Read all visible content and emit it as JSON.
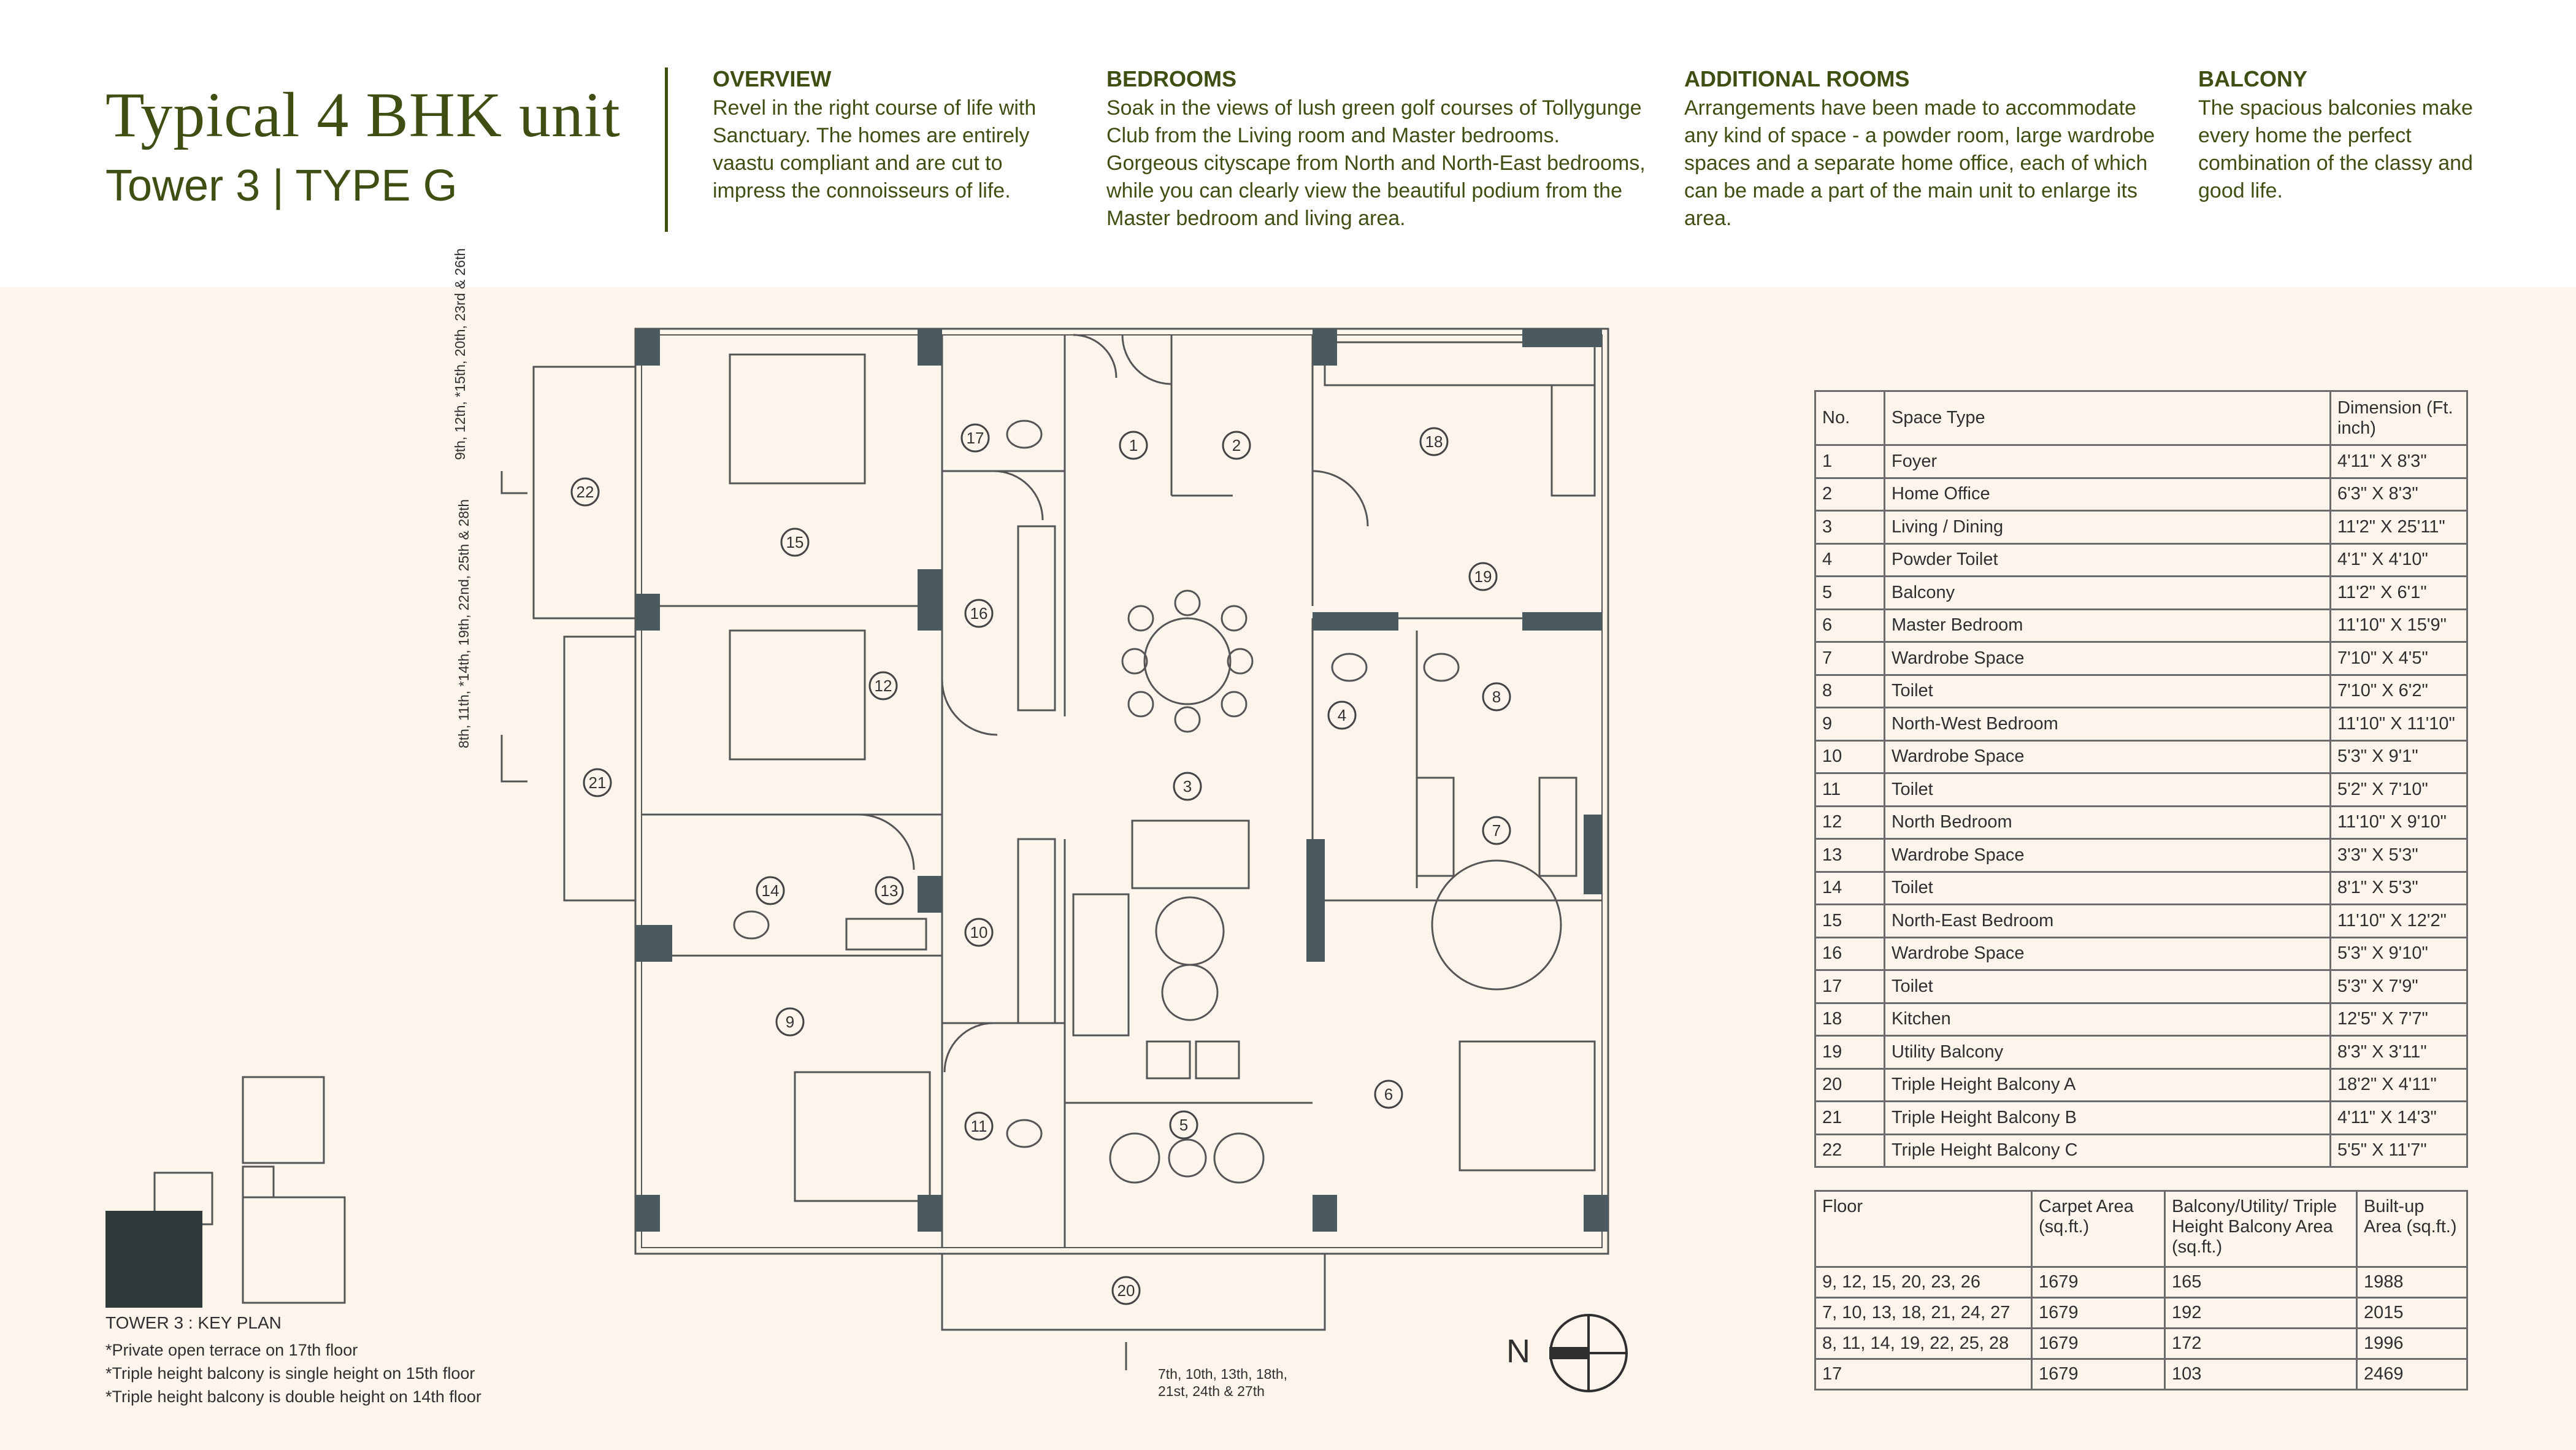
{
  "header": {
    "title": "Typical 4 BHK unit",
    "subtitle": "Tower 3 | TYPE G"
  },
  "sections": [
    {
      "heading": "OVERVIEW",
      "body": "Revel in the right course of life with Sanctuary. The homes are entirely vaastu compliant and are cut to impress the connoisseurs of life."
    },
    {
      "heading": "BEDROOMS",
      "body": "Soak in the views of lush green golf courses of Tollygunge Club from the Living room and Master bedrooms. Gorgeous cityscape from North and North-East bedrooms, while you can clearly view the beautiful podium from the Master bedroom and living area."
    },
    {
      "heading": "ADDITIONAL ROOMS",
      "body": "Arrangements have been made to accommodate any kind of space - a powder room, large wardrobe spaces  and a separate home office, each of which can be made a part of the main unit to enlarge its area."
    },
    {
      "heading": "BALCONY",
      "body": "The spacious balconies make every home the perfect combination of the classy and good life."
    }
  ],
  "space_table": {
    "headers": [
      "No.",
      "Space Type",
      "Dimension (Ft. inch)"
    ],
    "rows": [
      [
        "1",
        "Foyer",
        "4'11\" X 8'3\""
      ],
      [
        "2",
        "Home Office",
        "6'3\" X 8'3\""
      ],
      [
        "3",
        "Living / Dining",
        "11'2\" X 25'11\""
      ],
      [
        "4",
        "Powder Toilet",
        "4'1\" X 4'10\""
      ],
      [
        "5",
        "Balcony",
        "11'2\" X 6'1\""
      ],
      [
        "6",
        "Master Bedroom",
        "11'10\" X 15'9\""
      ],
      [
        "7",
        "Wardrobe Space",
        "7'10\" X 4'5\""
      ],
      [
        "8",
        "Toilet",
        "7'10\" X 6'2\""
      ],
      [
        "9",
        "North-West Bedroom",
        "11'10\" X 11'10\""
      ],
      [
        "10",
        "Wardrobe Space",
        "5'3\" X 9'1\""
      ],
      [
        "11",
        "Toilet",
        "5'2\" X 7'10\""
      ],
      [
        "12",
        "North Bedroom",
        "11'10\" X 9'10\""
      ],
      [
        "13",
        "Wardrobe Space",
        "3'3\" X 5'3\""
      ],
      [
        "14",
        "Toilet",
        "8'1\" X 5'3\""
      ],
      [
        "15",
        "North-East Bedroom",
        "11'10\" X 12'2\""
      ],
      [
        "16",
        "Wardrobe Space",
        "5'3\" X 9'10\""
      ],
      [
        "17",
        "Toilet",
        "5'3\" X 7'9\""
      ],
      [
        "18",
        "Kitchen",
        "12'5\" X 7'7\""
      ],
      [
        "19",
        "Utility Balcony",
        "8'3\" X 3'11\""
      ],
      [
        "20",
        "Triple Height Balcony A",
        "18'2\" X 4'11\""
      ],
      [
        "21",
        "Triple Height Balcony B",
        "4'11\" X 14'3\""
      ],
      [
        "22",
        "Triple Height Balcony C",
        "5'5\" X 11'7\""
      ]
    ]
  },
  "area_table": {
    "headers": [
      "Floor",
      "Carpet Area (sq.ft.)",
      "Balcony/Utility/ Triple Height Balcony Area (sq.ft.)",
      "Built-up Area (sq.ft.)"
    ],
    "rows": [
      [
        "9, 12, 15, 20, 23, 26",
        "1679",
        "165",
        "1988"
      ],
      [
        "7, 10, 13, 18, 21, 24, 27",
        "1679",
        "192",
        "2015"
      ],
      [
        "8, 11, 14, 19, 22, 25, 28",
        "1679",
        "172",
        "1996"
      ],
      [
        "17",
        "1679",
        "103",
        "2469"
      ]
    ]
  },
  "plan": {
    "room_numbers": [
      "1",
      "2",
      "3",
      "4",
      "5",
      "6",
      "7",
      "8",
      "9",
      "10",
      "11",
      "12",
      "13",
      "14",
      "15",
      "16",
      "17",
      "18",
      "19",
      "20",
      "21",
      "22"
    ],
    "floor_label_22": "9th, 12th, *15th, 20th, 23rd & 26th",
    "floor_label_21": "8th, 11th, *14th, 19th, 22nd, 25th & 28th",
    "floor_label_20": "7th, 10th, 13th, 18th, 21st, 24th & 27th",
    "compass_letter": "N"
  },
  "key_plan": {
    "caption": "TOWER 3 : KEY PLAN"
  },
  "notes": [
    "*Private open terrace on 17th floor",
    "*Triple height balcony is single height on 15th floor",
    "*Triple height balcony is double height on 14th floor"
  ],
  "colors": {
    "brand_green": "#3f4e12",
    "panel_bg": "#fdf5ec",
    "wall_dark": "#4a5a5e",
    "line": "#6b6b6b"
  }
}
